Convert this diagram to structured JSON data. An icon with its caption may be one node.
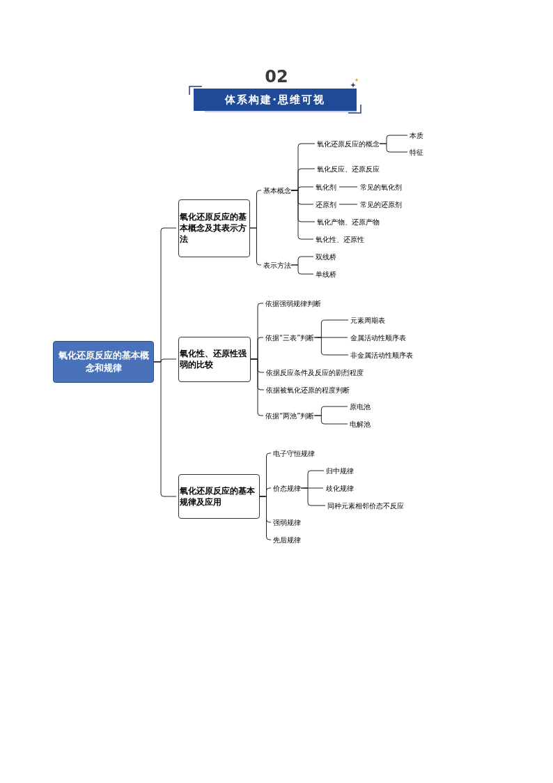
{
  "diagram": {
    "title": "体系构建·思维可视",
    "nodes": [
      {
        "text": [
          "氧化还原反应的基本概念和规律"
        ]
      },
      {
        "text": [
          "氧化还原反应的基本概念及其表示方法"
        ]
      },
      {
        "text": [
          "基本概念"
        ]
      },
      {
        "text": [
          "氧化还原反应的概念"
        ]
      },
      {
        "text": [
          "本质"
        ]
      },
      {
        "text": [
          "特征"
        ]
      },
      {
        "text": [
          "氧化反应、还原反应"
        ]
      },
      {
        "text": [
          "氧化剂"
        ]
      },
      {
        "text": [
          "常见的氧化剂"
        ]
      },
      {
        "text": [
          "还原剂"
        ]
      },
      {
        "text": [
          "常见的还原剂"
        ]
      },
      {
        "text": [
          "氧化产物、还原产物"
        ]
      },
      {
        "text": [
          "氧化性、还原性"
        ]
      },
      {
        "text": [
          "表示方法"
        ]
      },
      {
        "text": [
          "双线桥"
        ]
      },
      {
        "text": [
          "单线桥"
        ]
      },
      {
        "text": [
          "氧化性、还原性强弱的比较"
        ]
      },
      {
        "text": [
          "依据强弱规律判断"
        ]
      },
      {
        "text": [
          "依据“三表”判断"
        ]
      },
      {
        "text": [
          "元素周期表"
        ]
      },
      {
        "text": [
          "金属活动性顺序表"
        ]
      },
      {
        "text": [
          "非金属活动性顺序表"
        ]
      },
      {
        "text": [
          "依据反应条件及反应的剧烈程度"
        ]
      },
      {
        "text": [
          "依据被氧化还原的程度判断"
        ]
      },
      {
        "text": [
          "依据“两池”判断"
        ]
      },
      {
        "text": [
          "原电池"
        ]
      },
      {
        "text": [
          "电解池"
        ]
      },
      {
        "text": [
          "氧化还原反应的基本规律及应用"
        ]
      },
      {
        "text": [
          "电子守恒规律"
        ]
      },
      {
        "text": [
          "价态规律"
        ]
      },
      {
        "text": [
          "归中规律"
        ]
      },
      {
        "text": [
          "歧化规律"
        ]
      },
      {
        "text": [
          "同种元素相邻价态不反应"
        ]
      },
      {
        "text": [
          "强弱规律"
        ]
      },
      {
        "text": [
          "先后规律"
        ]
      }
    ],
    "edges": [
      {
        "from": 0,
        "to": 1,
        "arrow": "none"
      },
      {
        "from": 0,
        "to": 16,
        "arrow": "none"
      },
      {
        "from": 0,
        "to": 27,
        "arrow": "none"
      },
      {
        "from": 1,
        "to": 2,
        "arrow": "none"
      },
      {
        "from": 1,
        "to": 13,
        "arrow": "none"
      },
      {
        "from": 2,
        "to": 3,
        "arrow": "none"
      },
      {
        "from": 2,
        "to": 6,
        "arrow": "none"
      },
      {
        "from": 2,
        "to": 7,
        "arrow": "none"
      },
      {
        "from": 2,
        "to": 9,
        "arrow": "none"
      },
      {
        "from": 2,
        "to": 11,
        "arrow": "none"
      },
      {
        "from": 2,
        "to": 12,
        "arrow": "none"
      },
      {
        "from": 3,
        "to": 4,
        "arrow": "none"
      },
      {
        "from": 3,
        "to": 5,
        "arrow": "none"
      },
      {
        "from": 7,
        "to": 8,
        "arrow": "none"
      },
      {
        "from": 9,
        "to": 10,
        "arrow": "none"
      },
      {
        "from": 13,
        "to": 14,
        "arrow": "none"
      },
      {
        "from": 13,
        "to": 15,
        "arrow": "none"
      },
      {
        "from": 16,
        "to": 17,
        "arrow": "none"
      },
      {
        "from": 16,
        "to": 18,
        "arrow": "none"
      },
      {
        "from": 16,
        "to": 22,
        "arrow": "none"
      },
      {
        "from": 16,
        "to": 23,
        "arrow": "none"
      },
      {
        "from": 16,
        "to": 24,
        "arrow": "none"
      },
      {
        "from": 18,
        "to": 19,
        "arrow": "none"
      },
      {
        "from": 18,
        "to": 20,
        "arrow": "none"
      },
      {
        "from": 18,
        "to": 21,
        "arrow": "none"
      },
      {
        "from": 24,
        "to": 25,
        "arrow": "none"
      },
      {
        "from": 24,
        "to": 26,
        "arrow": "none"
      },
      {
        "from": 27,
        "to": 28,
        "arrow": "none"
      },
      {
        "from": 27,
        "to": 29,
        "arrow": "none"
      },
      {
        "from": 27,
        "to": 33,
        "arrow": "none"
      },
      {
        "from": 27,
        "to": 34,
        "arrow": "none"
      },
      {
        "from": 29,
        "to": 30,
        "arrow": "none"
      },
      {
        "from": 29,
        "to": 31,
        "arrow": "none"
      },
      {
        "from": 29,
        "to": 32,
        "arrow": "none"
      }
    ],
    "labels": [
      "02"
    ]
  }
}
